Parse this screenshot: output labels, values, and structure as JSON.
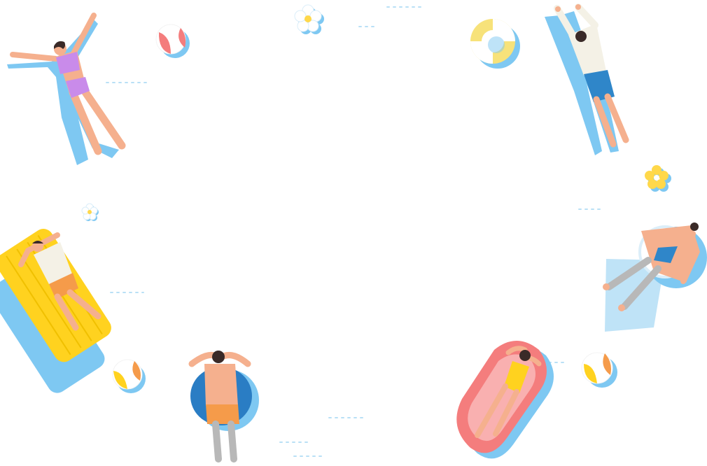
{
  "scene": {
    "background": "#ffffff",
    "palette": {
      "water_shadow": "#7ec8f2",
      "skin": "#f5b08e",
      "hair": "#3a2a28",
      "purple": "#c98bea",
      "white_shirt": "#f4f1e6",
      "blue_shorts": "#2f86c9",
      "yellow": "#ffd21f",
      "orange": "#f59b4a",
      "coral": "#f47d7d",
      "pink": "#f39a9a",
      "blue_tube": "#2a7dc4",
      "ring_yellow": "#f7e27a",
      "flower_white": "#ffffff",
      "flower_yellow": "#ffd84a",
      "ripple": "#b9e0f6"
    },
    "items": [
      {
        "id": "woman-purple-bikini-floating",
        "icon": "swimmer-icon"
      },
      {
        "id": "beach-ball-top",
        "icon": "beach-ball-icon"
      },
      {
        "id": "daisy-top",
        "icon": "flower-icon"
      },
      {
        "id": "swim-ring-yellow",
        "icon": "swim-ring-icon"
      },
      {
        "id": "man-swimming-blue-shorts",
        "icon": "swimmer-icon"
      },
      {
        "id": "yellow-flower-right",
        "icon": "flower-icon"
      },
      {
        "id": "small-daisy-left",
        "icon": "flower-icon"
      },
      {
        "id": "man-yellow-air-mattress",
        "icon": "air-mattress-icon"
      },
      {
        "id": "man-with-ring-on-mat",
        "icon": "swim-ring-icon"
      },
      {
        "id": "beach-ball-bottom-left",
        "icon": "beach-ball-icon"
      },
      {
        "id": "man-blue-tube",
        "icon": "inner-tube-icon"
      },
      {
        "id": "woman-coral-float",
        "icon": "pool-float-icon"
      },
      {
        "id": "beach-ball-bottom-right",
        "icon": "beach-ball-icon"
      }
    ]
  }
}
